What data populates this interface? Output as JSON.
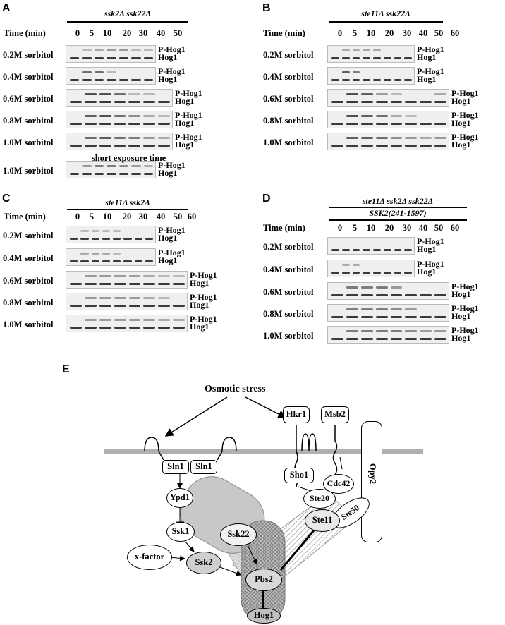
{
  "time_label": "Time (min)",
  "blot_labels": {
    "phospho": "P-Hog1",
    "total": "Hog1"
  },
  "panels": {
    "A": {
      "letter": "A",
      "strain": "ssk2Δ ssk22Δ",
      "times": [
        "0",
        "5",
        "10",
        "20",
        "30",
        "40",
        "50"
      ],
      "rows": [
        "0.2M sorbitol",
        "0.4M sorbitol",
        "0.6M sorbitol",
        "0.8M sorbitol",
        "1.0M sorbitol"
      ],
      "note": "short exposure time",
      "extra_row": "1.0M sorbitol"
    },
    "B": {
      "letter": "B",
      "strain": "ste11Δ ssk22Δ",
      "times": [
        "0",
        "5",
        "10",
        "20",
        "30",
        "40",
        "50",
        "60"
      ],
      "rows": [
        "0.2M sorbitol",
        "0.4M sorbitol",
        "0.6M sorbitol",
        "0.8M sorbitol",
        "1.0M sorbitol"
      ]
    },
    "C": {
      "letter": "C",
      "strain": "ste11Δ ssk2Δ",
      "times": [
        "0",
        "5",
        "10",
        "20",
        "30",
        "40",
        "50",
        "60"
      ],
      "rows": [
        "0.2M sorbitol",
        "0.4M sorbitol",
        "0.6M sorbitol",
        "0.8M sorbitol",
        "1.0M sorbitol"
      ]
    },
    "D": {
      "letter": "D",
      "strain": "ste11Δ ssk2Δ ssk22Δ",
      "strain2": "SSK2(241-1597)",
      "times": [
        "0",
        "5",
        "10",
        "20",
        "30",
        "40",
        "50",
        "60"
      ],
      "rows": [
        "0.2M sorbitol",
        "0.4M sorbitol",
        "0.6M sorbitol",
        "0.8M sorbitol",
        "1.0M sorbitol"
      ]
    }
  },
  "diagram": {
    "letter": "E",
    "stimulus": "Osmotic stress",
    "nodes": {
      "hkr1": "Hkr1",
      "msb2": "Msb2",
      "sln1a": "Sln1",
      "sln1b": "Sln1",
      "sho1": "Sho1",
      "opy2": "Opy2",
      "cdc42": "Cdc42",
      "ypd1": "Ypd1",
      "ste20": "Ste20",
      "ssk1": "Ssk1",
      "ste50": "Ste50",
      "ste11": "Ste11",
      "ssk22": "Ssk22",
      "xfactor": "x-factor",
      "ssk2": "Ssk2",
      "pbs2": "Pbs2",
      "hog1": "Hog1"
    }
  }
}
